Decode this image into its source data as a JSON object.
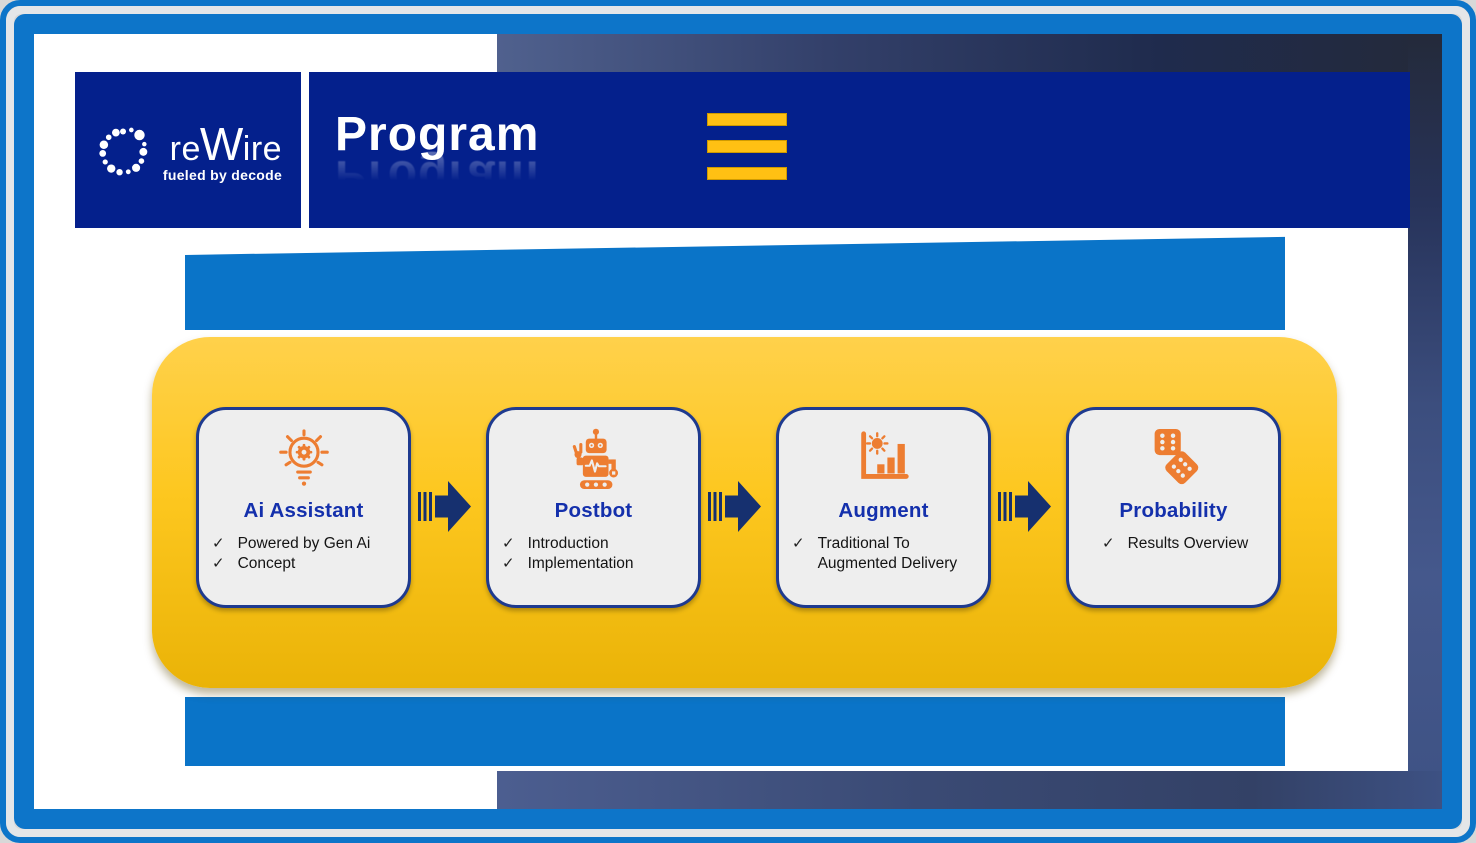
{
  "slide": {
    "brand": {
      "name_parts": [
        "re",
        "W",
        "ire"
      ],
      "tagline": "fueled by decode"
    },
    "title": "Program",
    "check_glyph": "✓",
    "steps": [
      {
        "title": "Ai Assistant",
        "icon": "lightbulb-gear-icon",
        "items": [
          "Powered by Gen Ai",
          "Concept"
        ]
      },
      {
        "title": "Postbot",
        "icon": "robot-icon",
        "items": [
          "Introduction",
          "Implementation"
        ]
      },
      {
        "title": "Augment",
        "icon": "augmented-chart-icon",
        "items": [
          "Traditional To Augmented Delivery"
        ]
      },
      {
        "title": "Probability",
        "icon": "dice-icon",
        "items": [
          "Results Overview"
        ]
      }
    ],
    "colors": {
      "header_navy": "#04208c",
      "frame_blue": "#0d75c9",
      "accent_band_blue": "#0a74c8",
      "panel_gold_top": "#ffd14b",
      "panel_gold_bottom": "#eab307",
      "icon_orange": "#ed7d31",
      "card_border_navy": "#1e3a8f",
      "card_title_blue": "#1430ac",
      "arrow_navy": "#16306f",
      "hamburger_gold": "#ffc013",
      "backdrop_slate": "#44568a",
      "backdrop_dark": "#242a3a"
    }
  }
}
